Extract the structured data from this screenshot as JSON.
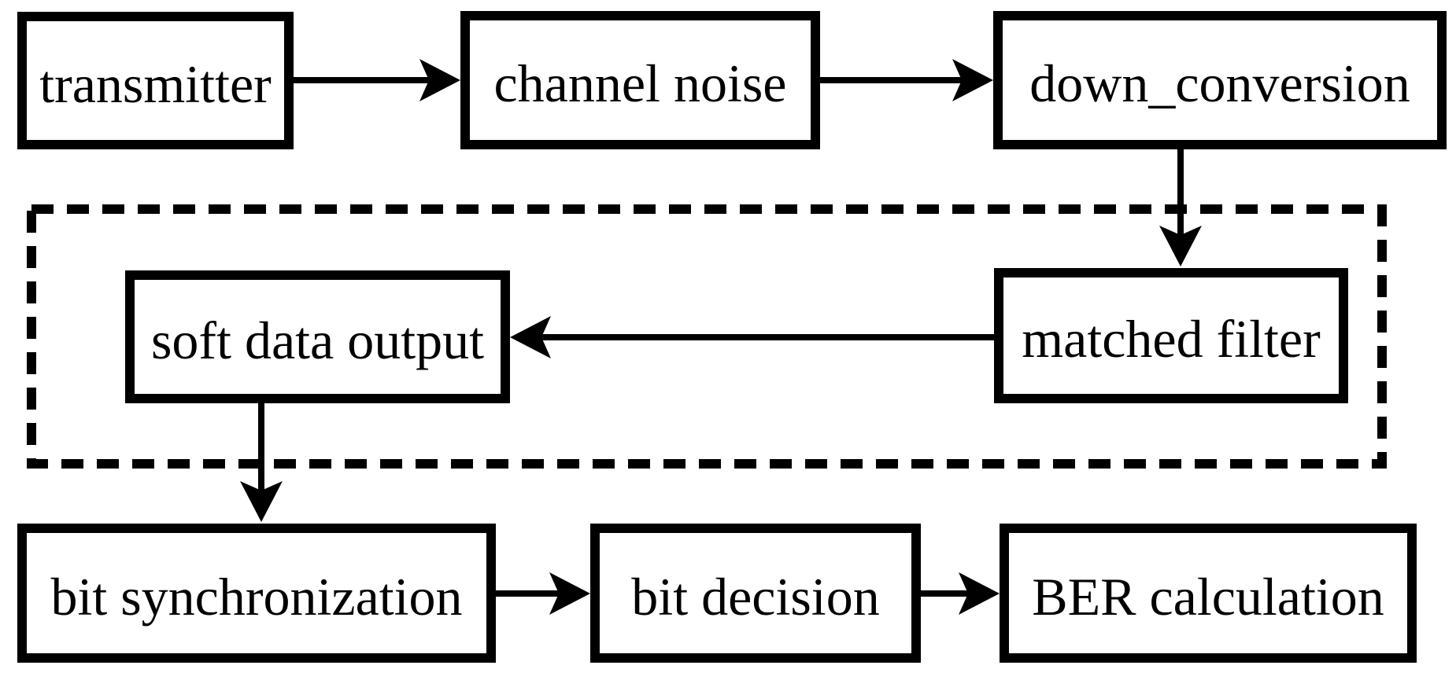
{
  "diagram": {
    "background_color": "#ffffff",
    "line_color": "#000000",
    "nodes": [
      {
        "id": "transmitter",
        "label": "transmitter"
      },
      {
        "id": "channel-noise",
        "label": "channel noise"
      },
      {
        "id": "down-conversion",
        "label": "down_conversion"
      },
      {
        "id": "soft-data-output",
        "label": "soft data output"
      },
      {
        "id": "matched-filter",
        "label": "matched filter"
      },
      {
        "id": "bit-synchronization",
        "label": "bit synchronization"
      },
      {
        "id": "bit-decision",
        "label": "bit decision"
      },
      {
        "id": "ber-calculation",
        "label": "BER calculation"
      }
    ],
    "edges": [
      {
        "from": "transmitter",
        "to": "channel-noise"
      },
      {
        "from": "channel-noise",
        "to": "down-conversion"
      },
      {
        "from": "down-conversion",
        "to": "matched-filter"
      },
      {
        "from": "matched-filter",
        "to": "soft-data-output"
      },
      {
        "from": "soft-data-output",
        "to": "bit-synchronization"
      },
      {
        "from": "bit-synchronization",
        "to": "bit-decision"
      },
      {
        "from": "bit-decision",
        "to": "ber-calculation"
      }
    ],
    "groups": [
      {
        "id": "receiver-dashed-group",
        "style": "dashed",
        "contains": [
          "soft-data-output",
          "matched-filter"
        ]
      }
    ]
  }
}
